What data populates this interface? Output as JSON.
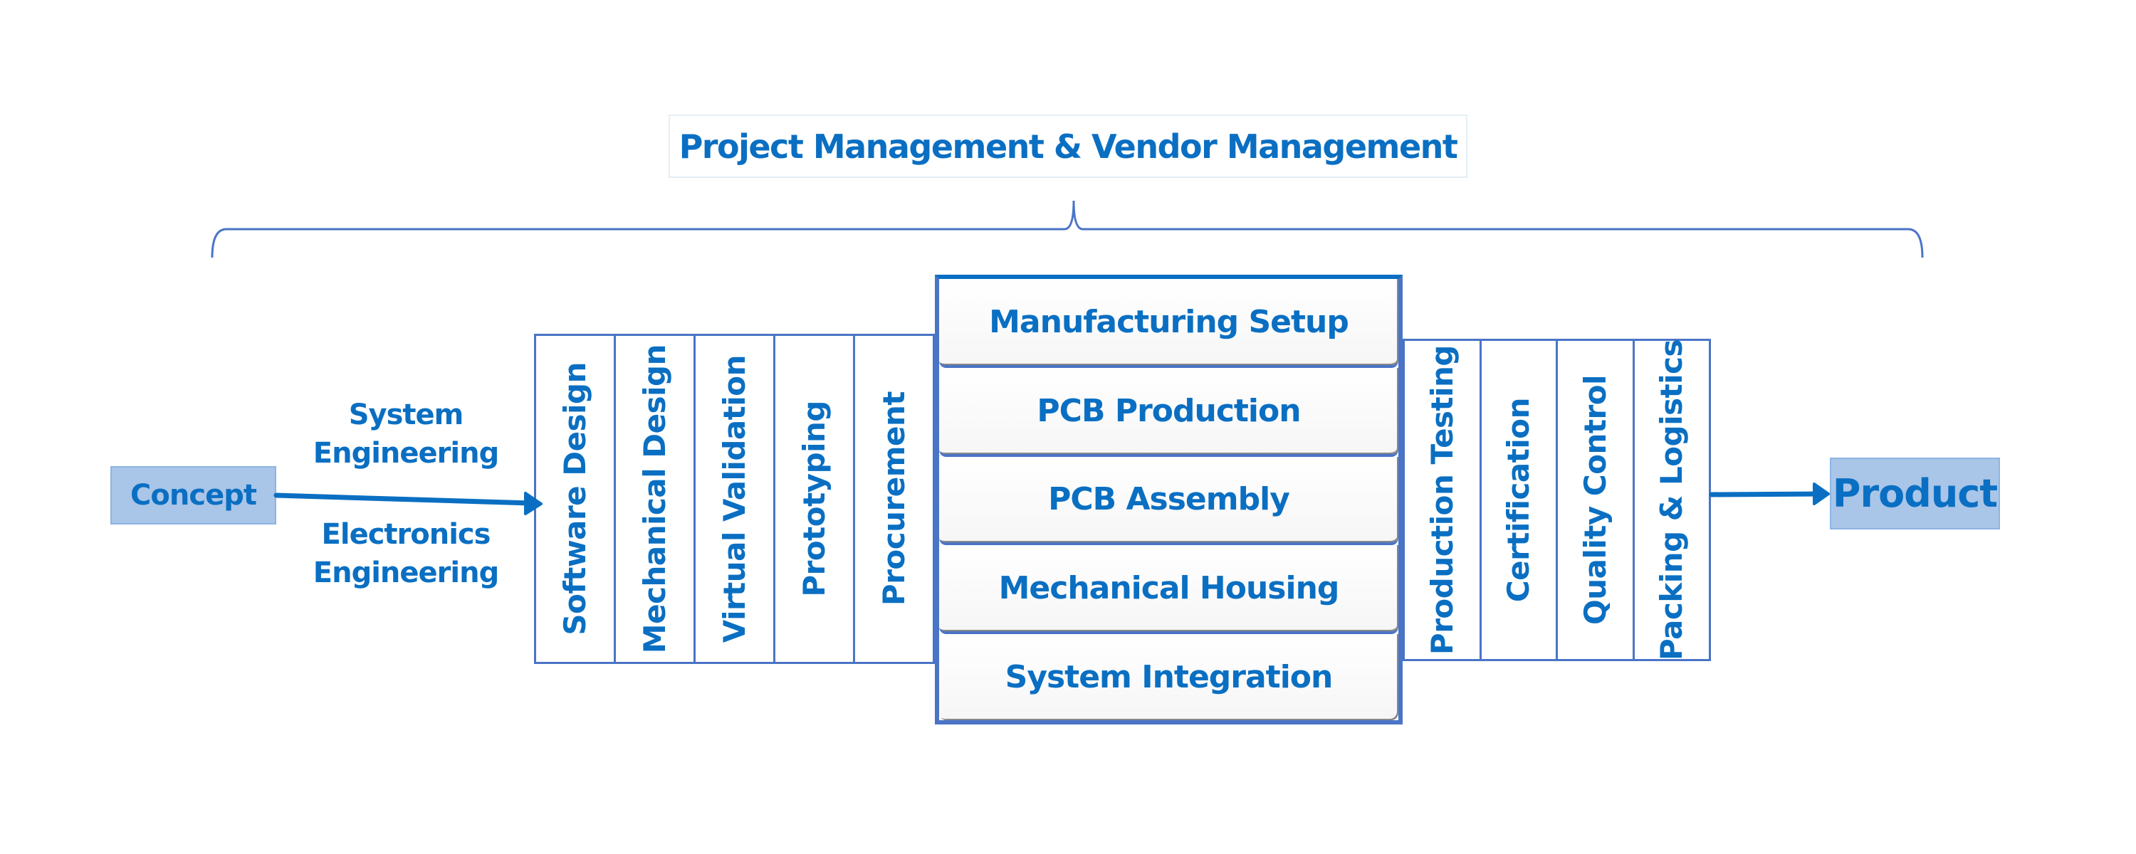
{
  "title": "Project Management & Vendor Management",
  "start": {
    "label": "Concept"
  },
  "end": {
    "label": "Product"
  },
  "side_labels": {
    "top": [
      "System",
      "Engineering"
    ],
    "bottom": [
      "Electronics",
      "Engineering"
    ]
  },
  "left_stages": [
    {
      "label": "Software Design"
    },
    {
      "label": "Mechanical Design"
    },
    {
      "label": "Virtual Validation"
    },
    {
      "label": "Prototyping"
    },
    {
      "label": "Procurement"
    }
  ],
  "center_stages": [
    {
      "label": "Manufacturing Setup"
    },
    {
      "label": "PCB Production"
    },
    {
      "label": "PCB Assembly"
    },
    {
      "label": "Mechanical Housing"
    },
    {
      "label": "System Integration"
    }
  ],
  "right_stages": [
    {
      "label": "Production Testing"
    },
    {
      "label": "Certification"
    },
    {
      "label": "Quality Control"
    },
    {
      "label": "Packing & Logistics"
    }
  ],
  "colors": {
    "text": "#0a6fc2",
    "border": "#4a74c6",
    "endbox_fill": "#a9c5e8",
    "arrow": "#0a6fc2"
  }
}
